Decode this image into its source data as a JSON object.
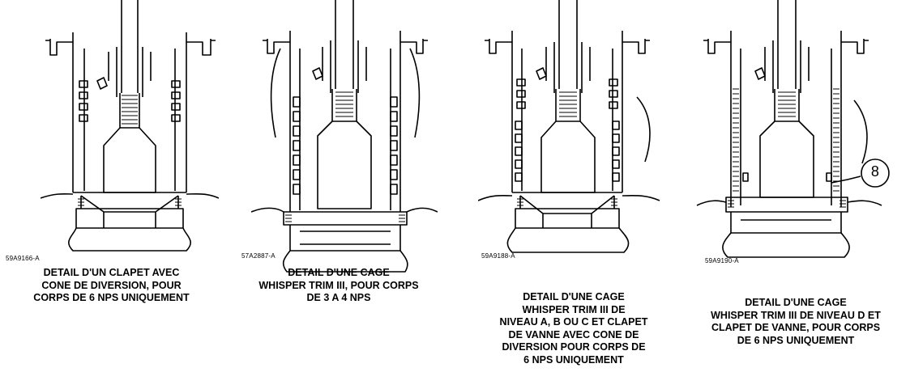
{
  "figure": {
    "panels": [
      {
        "ref_code": "59A9166-A",
        "caption_lines": [
          "DETAIL D'UN CLAPET AVEC",
          "CONE DE DIVERSION, POUR",
          "CORPS DE 6 NPS UNIQUEMENT"
        ],
        "callout": ""
      },
      {
        "ref_code": "57A2887-A",
        "caption_lines": [
          "DETAIL D'UNE CAGE",
          "WHISPER TRIM III, POUR CORPS",
          "DE 3 A 4 NPS"
        ],
        "callout": ""
      },
      {
        "ref_code": "59A9188-A",
        "caption_lines": [
          "DETAIL D'UNE CAGE",
          "WHISPER TRIM III DE",
          "NIVEAU A, B OU C ET CLAPET",
          "DE VANNE AVEC CONE DE",
          "DIVERSION POUR CORPS DE",
          "6 NPS UNIQUEMENT"
        ],
        "callout": ""
      },
      {
        "ref_code": "59A9190-A",
        "caption_lines": [
          "DETAIL D'UNE CAGE",
          "WHISPER TRIM III DE NIVEAU D ET",
          "CLAPET DE VANNE, POUR CORPS",
          "DE 6 NPS UNIQUEMENT"
        ],
        "callout": "8"
      }
    ]
  }
}
